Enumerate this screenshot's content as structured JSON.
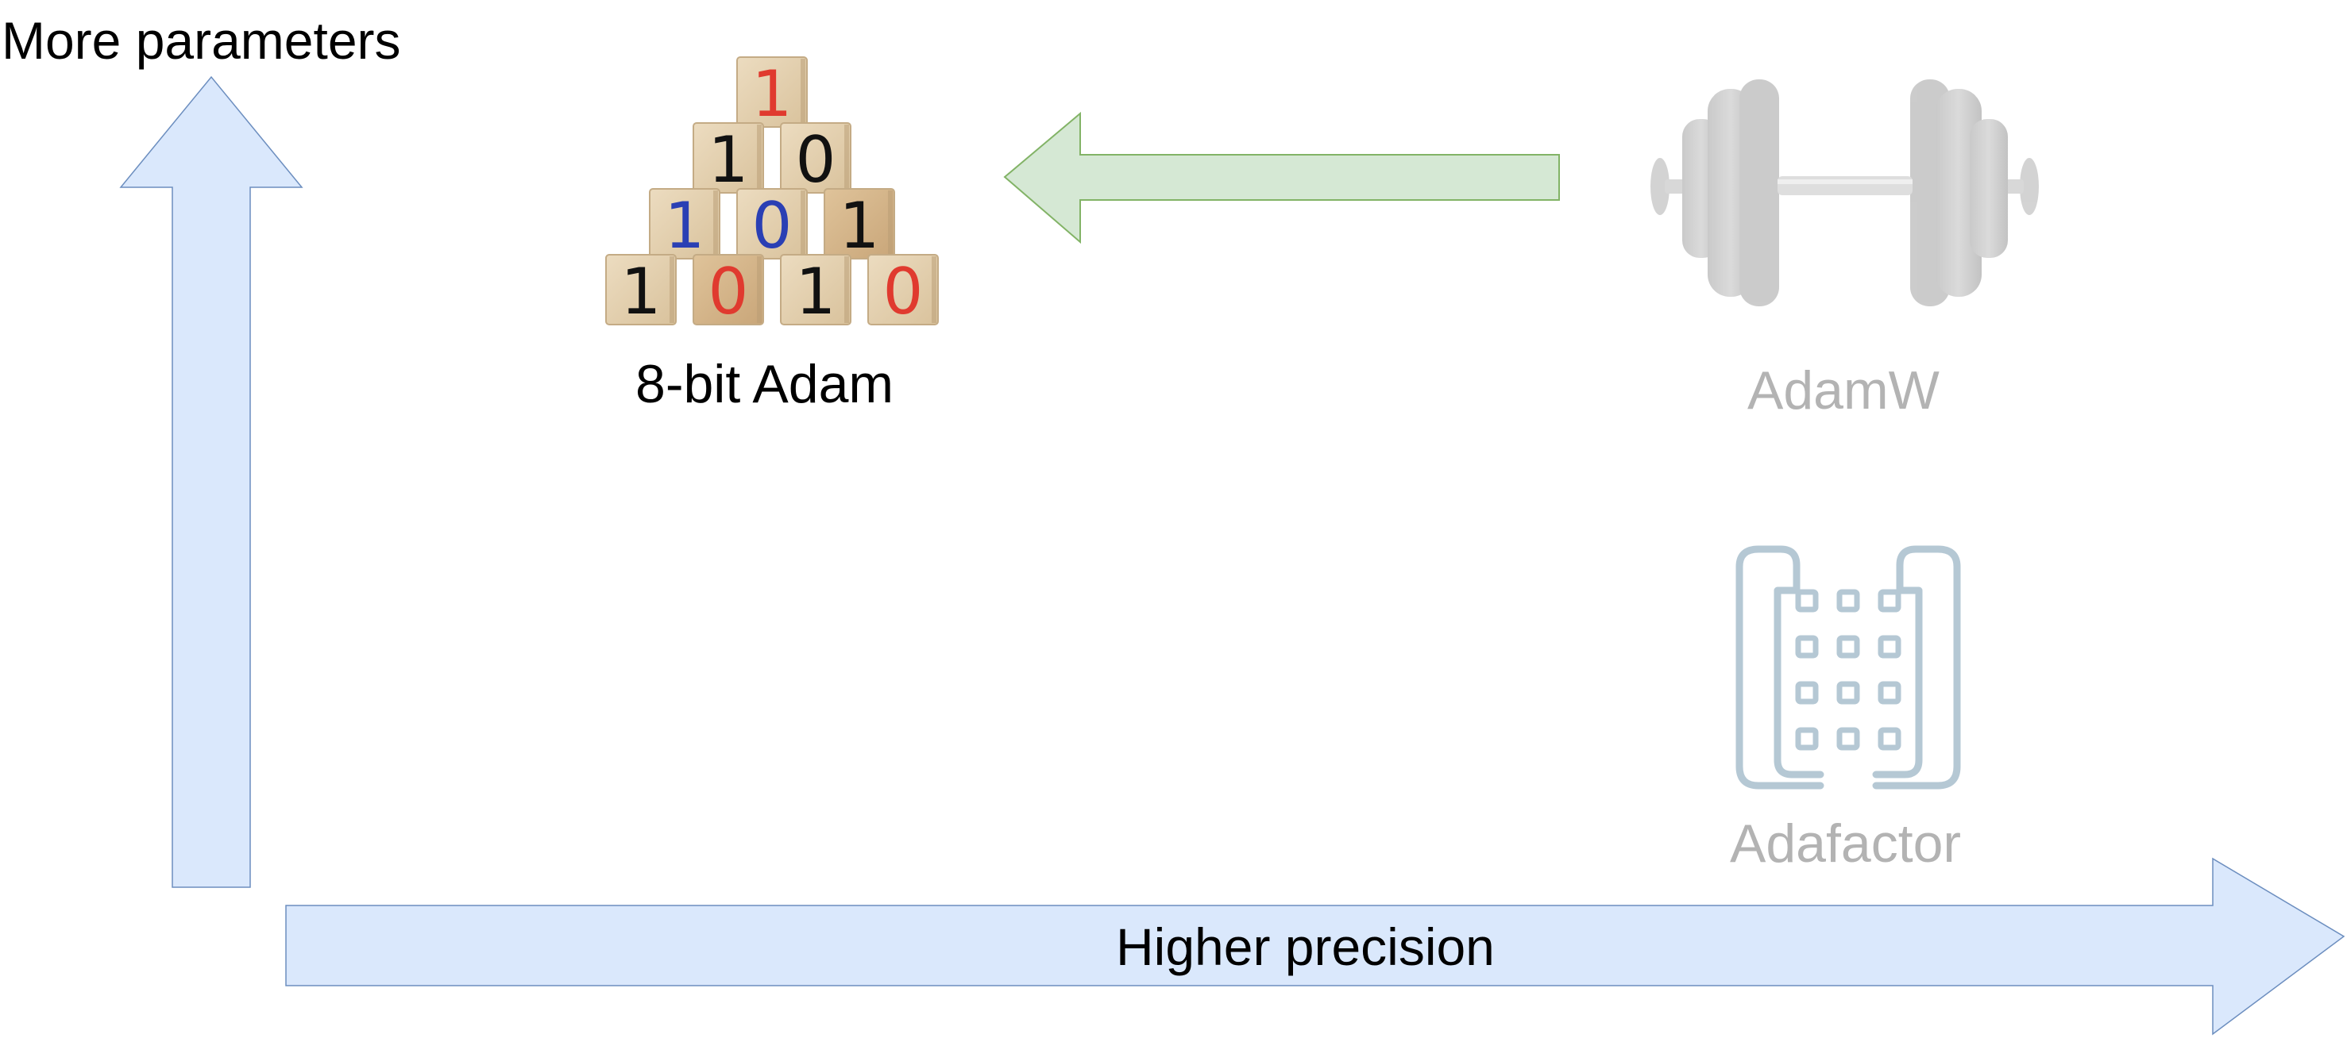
{
  "axes": {
    "y_label": "More parameters",
    "x_label": "Higher precision"
  },
  "optimizers": {
    "eight_bit_adam": {
      "label": "8-bit Adam",
      "icon": "binary-blocks-icon",
      "blocks": [
        [
          "1"
        ],
        [
          "1",
          "0"
        ],
        [
          "1",
          "0",
          "1"
        ],
        [
          "1",
          "0",
          "1",
          "0"
        ]
      ]
    },
    "adamw": {
      "label": "AdamW",
      "icon": "dumbbell-icon"
    },
    "adafactor": {
      "label": "Adafactor",
      "icon": "factored-matrix-icon"
    }
  },
  "colors": {
    "axis_arrow_fill": "#dae8fc",
    "axis_arrow_stroke": "#6c8ebf",
    "transition_arrow_fill": "#d5e8d4",
    "transition_arrow_stroke": "#82b366",
    "faded_label": "#b3b3b3",
    "adafactor_icon": "#b5c8d4",
    "block_digit_red": "#e03a2f",
    "block_digit_black": "#111111",
    "block_digit_blue": "#2a3fb4"
  }
}
